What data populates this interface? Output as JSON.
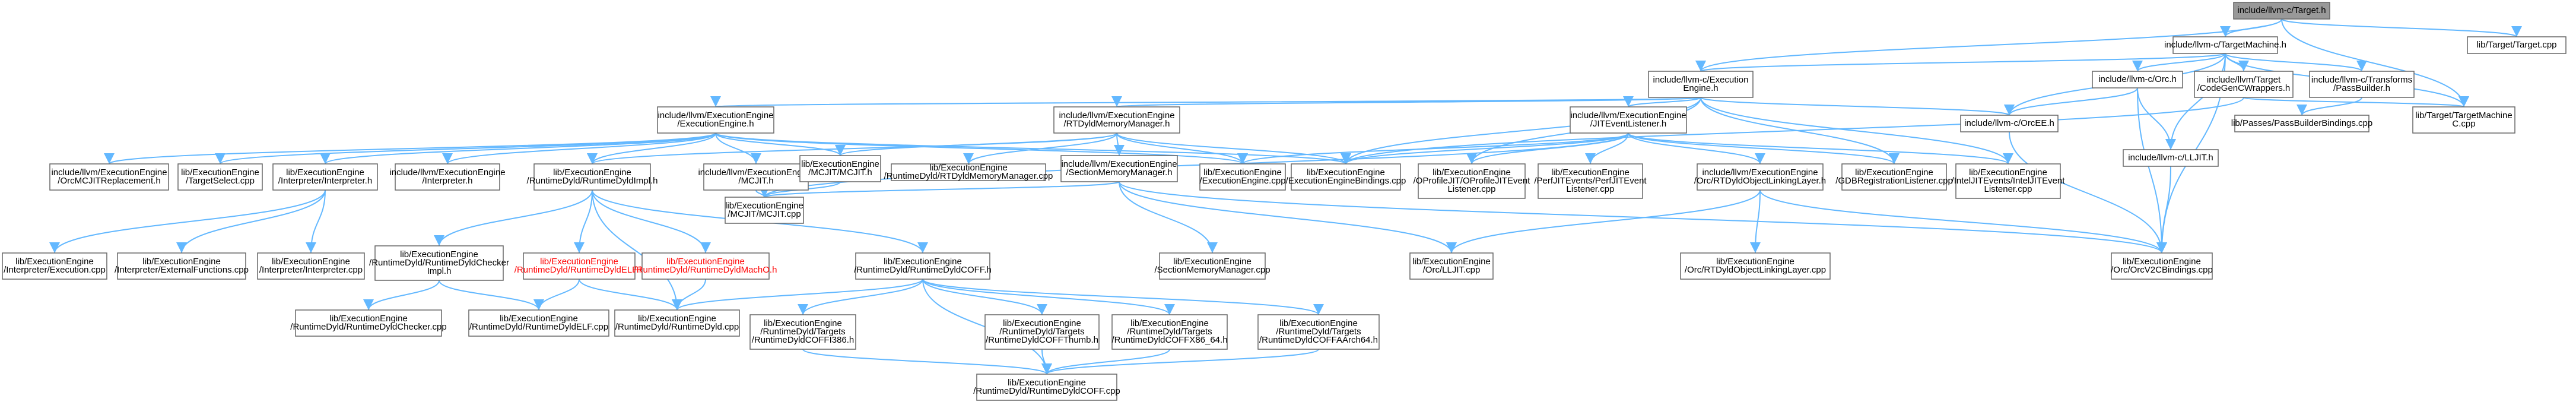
{
  "nodes": [
    {
      "id": "root",
      "label": "include/llvm-c/Target.h"
    },
    {
      "id": "tm",
      "label": "include/llvm-c/TargetMachine.h"
    },
    {
      "id": "target_cpp",
      "label": "lib/Target/Target.cpp"
    },
    {
      "id": "ee_h",
      "label": "include/llvm-c/Execution\nEngine.h"
    },
    {
      "id": "orc_h",
      "label": "include/llvm-c/Orc.h"
    },
    {
      "id": "tcgw",
      "label": "include/llvm/Target\n/CodeGenCWrappers.h"
    },
    {
      "id": "pb_h",
      "label": "include/llvm-c/Transforms\n/PassBuilder.h"
    },
    {
      "id": "tgm_cpp",
      "label": "lib/Target/TargetMachine\nC.cpp"
    },
    {
      "id": "ee_eng",
      "label": "include/llvm/ExecutionEngine\n/ExecutionEngine.h"
    },
    {
      "id": "rtdm",
      "label": "include/llvm/ExecutionEngine\n/RTDyldMemoryManager.h"
    },
    {
      "id": "jitel",
      "label": "include/llvm/ExecutionEngine\n/JITEventListener.h"
    },
    {
      "id": "orcee",
      "label": "include/llvm-c/OrcEE.h"
    },
    {
      "id": "lljit_c",
      "label": "include/llvm-c/LLJIT.h"
    },
    {
      "id": "pbb_cpp",
      "label": "lib/Passes/PassBuilderBindings.cpp"
    },
    {
      "id": "omcjit",
      "label": "include/llvm/ExecutionEngine\n/OrcMCJITReplacement.h"
    },
    {
      "id": "tsel",
      "label": "lib/ExecutionEngine\n/TargetSelect.cpp"
    },
    {
      "id": "interp_h",
      "label": "lib/ExecutionEngine\n/Interpreter/Interpreter.h"
    },
    {
      "id": "interp_x",
      "label": "include/llvm/ExecutionEngine\n/Interpreter.h"
    },
    {
      "id": "rdi_h",
      "label": "lib/ExecutionEngine\n/RuntimeDyld/RuntimeDyldImpl.h"
    },
    {
      "id": "mcjit_inc",
      "label": "include/llvm/ExecutionEngine\n/MCJIT.h"
    },
    {
      "id": "mcjit_h",
      "label": "lib/ExecutionEngine\n/MCJIT/MCJIT.h"
    },
    {
      "id": "rtdmm_cpp",
      "label": "lib/ExecutionEngine\n/RuntimeDyld/RTDyldMemoryManager.cpp"
    },
    {
      "id": "smm_h",
      "label": "include/llvm/ExecutionEngine\n/SectionMemoryManager.h"
    },
    {
      "id": "ee_cpp",
      "label": "lib/ExecutionEngine\n/ExecutionEngine.cpp"
    },
    {
      "id": "eeb_cpp",
      "label": "lib/ExecutionEngine\n/ExecutionEngineBindings.cpp"
    },
    {
      "id": "oprof",
      "label": "lib/ExecutionEngine\n/OProfileJIT/OProfileJITEvent\nListener.cpp"
    },
    {
      "id": "perf",
      "label": "lib/ExecutionEngine\n/PerfJITEvents/PerfJITEvent\nListener.cpp"
    },
    {
      "id": "rtol_h",
      "label": "include/llvm/ExecutionEngine\n/Orc/RTDyldObjectLinkingLayer.h"
    },
    {
      "id": "gdb",
      "label": "lib/ExecutionEngine\n/GDBRegistrationListener.cpp"
    },
    {
      "id": "intel",
      "label": "lib/ExecutionEngine\n/IntelJITEvents/IntelJITEvent\nListener.cpp"
    },
    {
      "id": "i_exec",
      "label": "lib/ExecutionEngine\n/Interpreter/Execution.cpp"
    },
    {
      "id": "i_ext",
      "label": "lib/ExecutionEngine\n/Interpreter/ExternalFunctions.cpp"
    },
    {
      "id": "i_int",
      "label": "lib/ExecutionEngine\n/Interpreter/Interpreter.cpp"
    },
    {
      "id": "chk_h",
      "label": "lib/ExecutionEngine\n/RuntimeDyld/RuntimeDyldChecker\nImpl.h"
    },
    {
      "id": "elf_h",
      "label": "lib/ExecutionEngine\n/RuntimeDyld/RuntimeDyldELF.h"
    },
    {
      "id": "macho_h",
      "label": "lib/ExecutionEngine\n/RuntimeDyld/RuntimeDyldMachO.h"
    },
    {
      "id": "coff_h",
      "label": "lib/ExecutionEngine\n/RuntimeDyld/RuntimeDyldCOFF.h"
    },
    {
      "id": "mcjit_cpp",
      "label": "lib/ExecutionEngine\n/MCJIT/MCJIT.cpp"
    },
    {
      "id": "smm_cpp",
      "label": "lib/ExecutionEngine\n/SectionMemoryManager.cpp"
    },
    {
      "id": "lljit_cpp",
      "label": "lib/ExecutionEngine\n/Orc/LLJIT.cpp"
    },
    {
      "id": "rtol_cpp",
      "label": "lib/ExecutionEngine\n/Orc/RTDyldObjectLinkingLayer.cpp"
    },
    {
      "id": "orcv2",
      "label": "lib/ExecutionEngine\n/Orc/OrcV2CBindings.cpp"
    },
    {
      "id": "chk_cpp",
      "label": "lib/ExecutionEngine\n/RuntimeDyld/RuntimeDyldChecker.cpp"
    },
    {
      "id": "elf_cpp",
      "label": "lib/ExecutionEngine\n/RuntimeDyld/RuntimeDyldELF.cpp"
    },
    {
      "id": "rd_cpp",
      "label": "lib/ExecutionEngine\n/RuntimeDyld/RuntimeDyld.cpp"
    },
    {
      "id": "i386",
      "label": "lib/ExecutionEngine\n/RuntimeDyld/Targets\n/RuntimeDyldCOFFI386.h"
    },
    {
      "id": "thumb",
      "label": "lib/ExecutionEngine\n/RuntimeDyld/Targets\n/RuntimeDyldCOFFThumb.h"
    },
    {
      "id": "x86_64",
      "label": "lib/ExecutionEngine\n/RuntimeDyld/Targets\n/RuntimeDyldCOFFX86_64.h"
    },
    {
      "id": "a64",
      "label": "lib/ExecutionEngine\n/RuntimeDyld/Targets\n/RuntimeDyldCOFFAArch64.h"
    },
    {
      "id": "coff_cpp",
      "label": "lib/ExecutionEngine\n/RuntimeDyld/RuntimeDyldCOFF.cpp"
    }
  ],
  "edges": [
    [
      "root",
      "tm"
    ],
    [
      "root",
      "target_cpp"
    ],
    [
      "root",
      "ee_h"
    ],
    [
      "root",
      "tgm_cpp"
    ],
    [
      "tm",
      "ee_h"
    ],
    [
      "tm",
      "orc_h"
    ],
    [
      "tm",
      "tcgw"
    ],
    [
      "tm",
      "pb_h"
    ],
    [
      "tm",
      "tgm_cpp"
    ],
    [
      "tm",
      "orcee"
    ],
    [
      "tm",
      "lljit_c"
    ],
    [
      "tm",
      "orcv2"
    ],
    [
      "ee_h",
      "ee_eng"
    ],
    [
      "ee_h",
      "rtdm"
    ],
    [
      "ee_h",
      "jitel"
    ],
    [
      "ee_h",
      "orcee"
    ],
    [
      "ee_h",
      "eeb_cpp"
    ],
    [
      "ee_h",
      "oprof"
    ],
    [
      "ee_h",
      "gdb"
    ],
    [
      "ee_h",
      "intel"
    ],
    [
      "orc_h",
      "orcee"
    ],
    [
      "orc_h",
      "lljit_c"
    ],
    [
      "orc_h",
      "orcv2"
    ],
    [
      "tcgw",
      "eeb_cpp"
    ],
    [
      "tcgw",
      "tgm_cpp"
    ],
    [
      "pb_h",
      "pbb_cpp"
    ],
    [
      "ee_eng",
      "omcjit"
    ],
    [
      "ee_eng",
      "tsel"
    ],
    [
      "ee_eng",
      "interp_h"
    ],
    [
      "ee_eng",
      "interp_x"
    ],
    [
      "ee_eng",
      "rdi_h"
    ],
    [
      "ee_eng",
      "mcjit_inc"
    ],
    [
      "ee_eng",
      "mcjit_h"
    ],
    [
      "ee_eng",
      "ee_cpp"
    ],
    [
      "ee_eng",
      "eeb_cpp"
    ],
    [
      "rtdm",
      "rdi_h"
    ],
    [
      "rtdm",
      "mcjit_h"
    ],
    [
      "rtdm",
      "rtdmm_cpp"
    ],
    [
      "rtdm",
      "smm_h"
    ],
    [
      "rtdm",
      "eeb_cpp"
    ],
    [
      "rtdm",
      "ee_cpp"
    ],
    [
      "jitel",
      "eeb_cpp"
    ],
    [
      "jitel",
      "oprof"
    ],
    [
      "jitel",
      "perf"
    ],
    [
      "jitel",
      "rtol_h"
    ],
    [
      "jitel",
      "gdb"
    ],
    [
      "jitel",
      "intel"
    ],
    [
      "jitel",
      "mcjit_cpp"
    ],
    [
      "jitel",
      "ee_cpp"
    ],
    [
      "orcee",
      "orcv2"
    ],
    [
      "lljit_c",
      "orcv2"
    ],
    [
      "interp_h",
      "i_exec"
    ],
    [
      "interp_h",
      "i_ext"
    ],
    [
      "interp_h",
      "i_int"
    ],
    [
      "mcjit_inc",
      "mcjit_cpp"
    ],
    [
      "mcjit_h",
      "mcjit_cpp"
    ],
    [
      "rdi_h",
      "chk_h"
    ],
    [
      "rdi_h",
      "elf_h"
    ],
    [
      "rdi_h",
      "macho_h"
    ],
    [
      "rdi_h",
      "coff_h"
    ],
    [
      "rdi_h",
      "rd_cpp"
    ],
    [
      "smm_h",
      "mcjit_cpp"
    ],
    [
      "smm_h",
      "smm_cpp"
    ],
    [
      "smm_h",
      "lljit_cpp"
    ],
    [
      "smm_h",
      "orcv2"
    ],
    [
      "rtol_h",
      "lljit_cpp"
    ],
    [
      "rtol_h",
      "rtol_cpp"
    ],
    [
      "rtol_h",
      "orcv2"
    ],
    [
      "chk_h",
      "chk_cpp"
    ],
    [
      "chk_h",
      "elf_cpp"
    ],
    [
      "elf_h",
      "elf_cpp"
    ],
    [
      "elf_h",
      "rd_cpp"
    ],
    [
      "macho_h",
      "rd_cpp"
    ],
    [
      "coff_h",
      "rd_cpp"
    ],
    [
      "coff_h",
      "i386"
    ],
    [
      "coff_h",
      "thumb"
    ],
    [
      "coff_h",
      "x86_64"
    ],
    [
      "coff_h",
      "a64"
    ],
    [
      "coff_h",
      "coff_cpp"
    ],
    [
      "i386",
      "coff_cpp"
    ],
    [
      "thumb",
      "coff_cpp"
    ],
    [
      "x86_64",
      "coff_cpp"
    ],
    [
      "a64",
      "coff_cpp"
    ]
  ],
  "styles": {
    "edge_color": "#63B8FF",
    "node_border": "#666666",
    "root_fill": "#999999",
    "cyclic_text": "#FF0000"
  }
}
